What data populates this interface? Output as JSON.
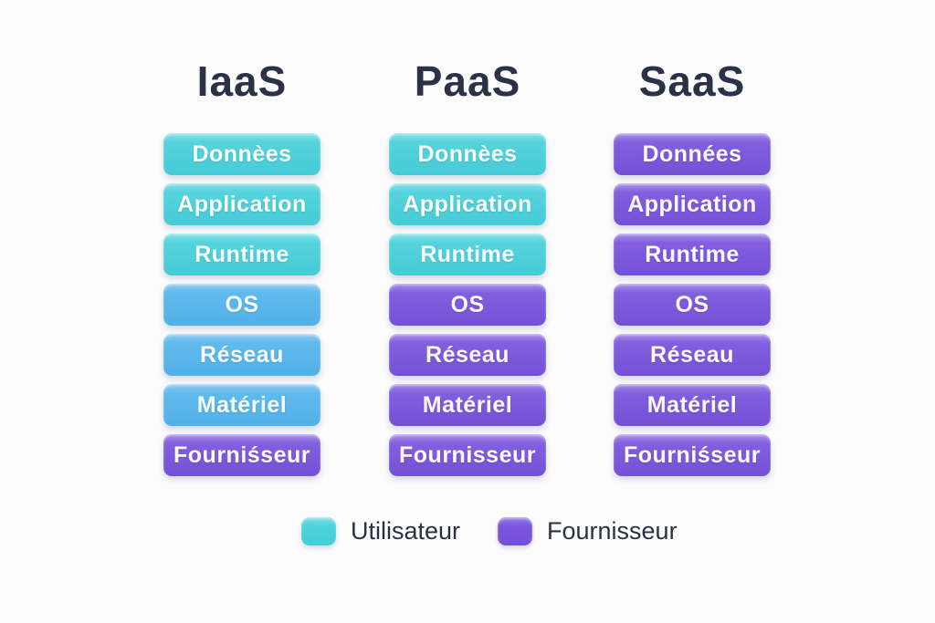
{
  "columns": [
    {
      "header": "IaaS",
      "boxes": [
        {
          "label": "Donnèes",
          "variant": "teal"
        },
        {
          "label": "Application",
          "variant": "teal"
        },
        {
          "label": "Runtime",
          "variant": "teal"
        },
        {
          "label": "OS",
          "variant": "blue"
        },
        {
          "label": "Réseau",
          "variant": "blue"
        },
        {
          "label": "Matériel",
          "variant": "blue"
        },
        {
          "label": "Fourniśseur",
          "variant": "purple"
        }
      ]
    },
    {
      "header": "PaaS",
      "boxes": [
        {
          "label": "Donnèes",
          "variant": "teal"
        },
        {
          "label": "Application",
          "variant": "teal"
        },
        {
          "label": "Runtime",
          "variant": "teal"
        },
        {
          "label": "OS",
          "variant": "purple"
        },
        {
          "label": "Réseau",
          "variant": "purple"
        },
        {
          "label": "Matériel",
          "variant": "purple"
        },
        {
          "label": "Fournisseur",
          "variant": "purple"
        }
      ]
    },
    {
      "header": "SaaS",
      "boxes": [
        {
          "label": "Données",
          "variant": "purple"
        },
        {
          "label": "Application",
          "variant": "purple"
        },
        {
          "label": "Runtime",
          "variant": "purple"
        },
        {
          "label": "OS",
          "variant": "purple"
        },
        {
          "label": "Réseau",
          "variant": "purple"
        },
        {
          "label": "Matériel",
          "variant": "purple"
        },
        {
          "label": "Fourniśseur",
          "variant": "purple"
        }
      ]
    }
  ],
  "legend": {
    "items": [
      {
        "label": "Utilisateur",
        "color": "#4fd3db"
      },
      {
        "label": "Fournisseur",
        "color": "#7c57dd"
      }
    ]
  },
  "colors": {
    "teal_box": "#4fced9",
    "blue_box": "#58b5e9",
    "purple_box": "#7b57da",
    "heading_text": "#2b3147",
    "box_text": "#ffffff",
    "legend_text": "#2a3142",
    "background": "#fcfcfd"
  }
}
